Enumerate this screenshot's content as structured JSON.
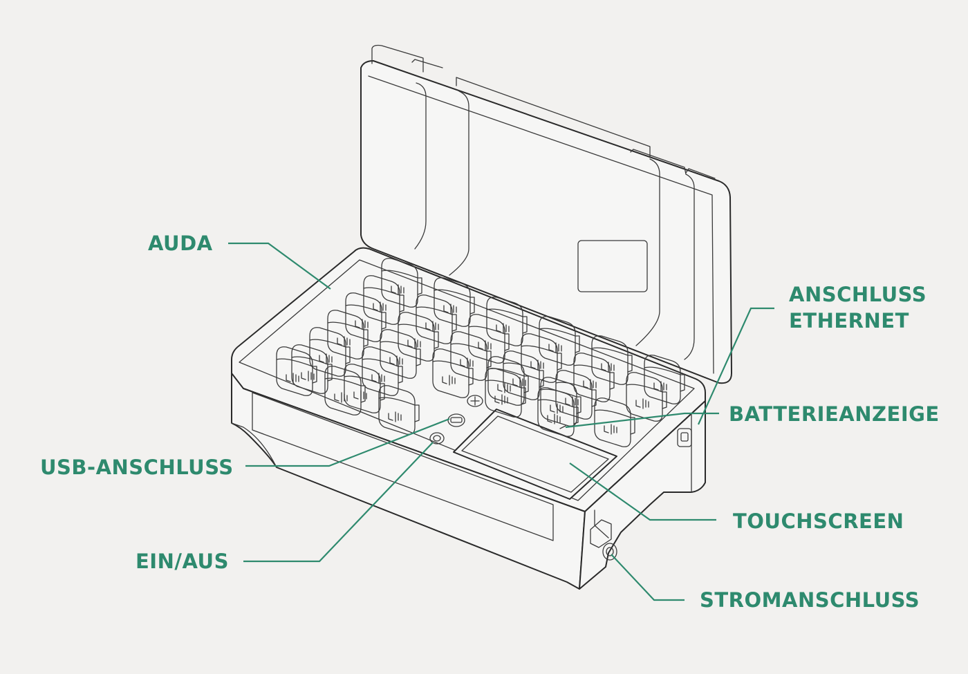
{
  "callouts": {
    "auda": "AUDA",
    "anschluss_ethernet_line1": "ANSCHLUSS",
    "anschluss_ethernet_line2": "ETHERNET",
    "batterieanzeige": "BATTERIEANZEIGE",
    "usb_anschluss": "USB-ANSCHLUSS",
    "touchscreen": "TOUCHSCREEN",
    "ein_aus": "EIN/AUS",
    "stromanschluss": "STROMANSCHLUSS"
  },
  "colors": {
    "accent": "#2e8a6e",
    "background": "#f2f1ef",
    "outline": "#2a2a2a"
  }
}
